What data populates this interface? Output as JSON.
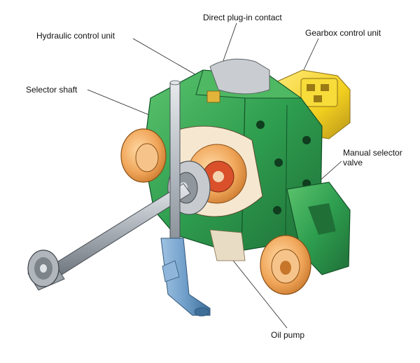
{
  "labels": {
    "direct_plugin": "Direct plug-in contact",
    "hydraulic_unit": "Hydraulic control unit",
    "gearbox_unit": "Gearbox control unit",
    "selector_shaft": "Selector shaft",
    "manual_valve": "Manual selector valve",
    "oil_pump": "Oil pump"
  },
  "colors": {
    "housing_green": "#2e9e4f",
    "housing_dark": "#1f6f37",
    "motor_orange": "#f0a65a",
    "shaft_blue": "#6f9ec9",
    "shaft_grey": "#b8bec4",
    "connector_yellow": "#f2cf1f"
  }
}
